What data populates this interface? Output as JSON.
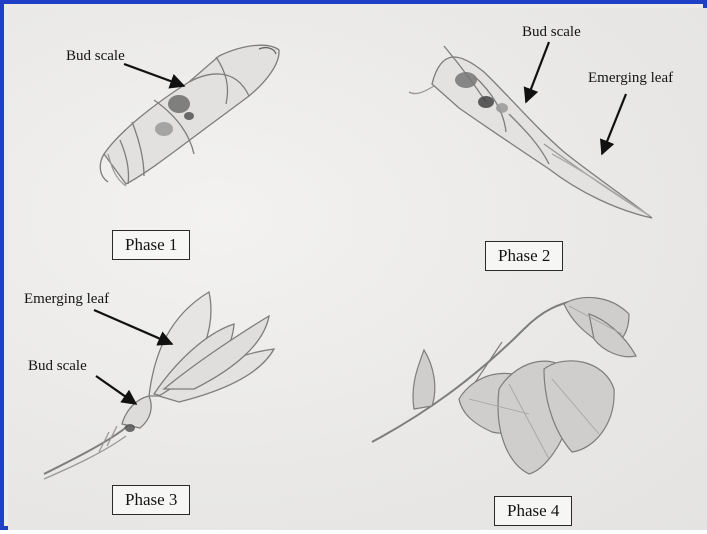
{
  "colors": {
    "frame": "#1f3fc6",
    "paper": "#ecebe9",
    "pencil": "#7d7d7d",
    "arrow": "#111111"
  },
  "labels": {
    "panel1_bud_scale": "Bud scale",
    "panel2_bud_scale": "Bud scale",
    "panel2_emerging_leaf": "Emerging leaf",
    "panel3_emerging_leaf": "Emerging leaf",
    "panel3_bud_scale": "Bud scale"
  },
  "phases": {
    "phase1": "Phase 1",
    "phase2": "Phase 2",
    "phase3": "Phase 3",
    "phase4": "Phase 4"
  }
}
